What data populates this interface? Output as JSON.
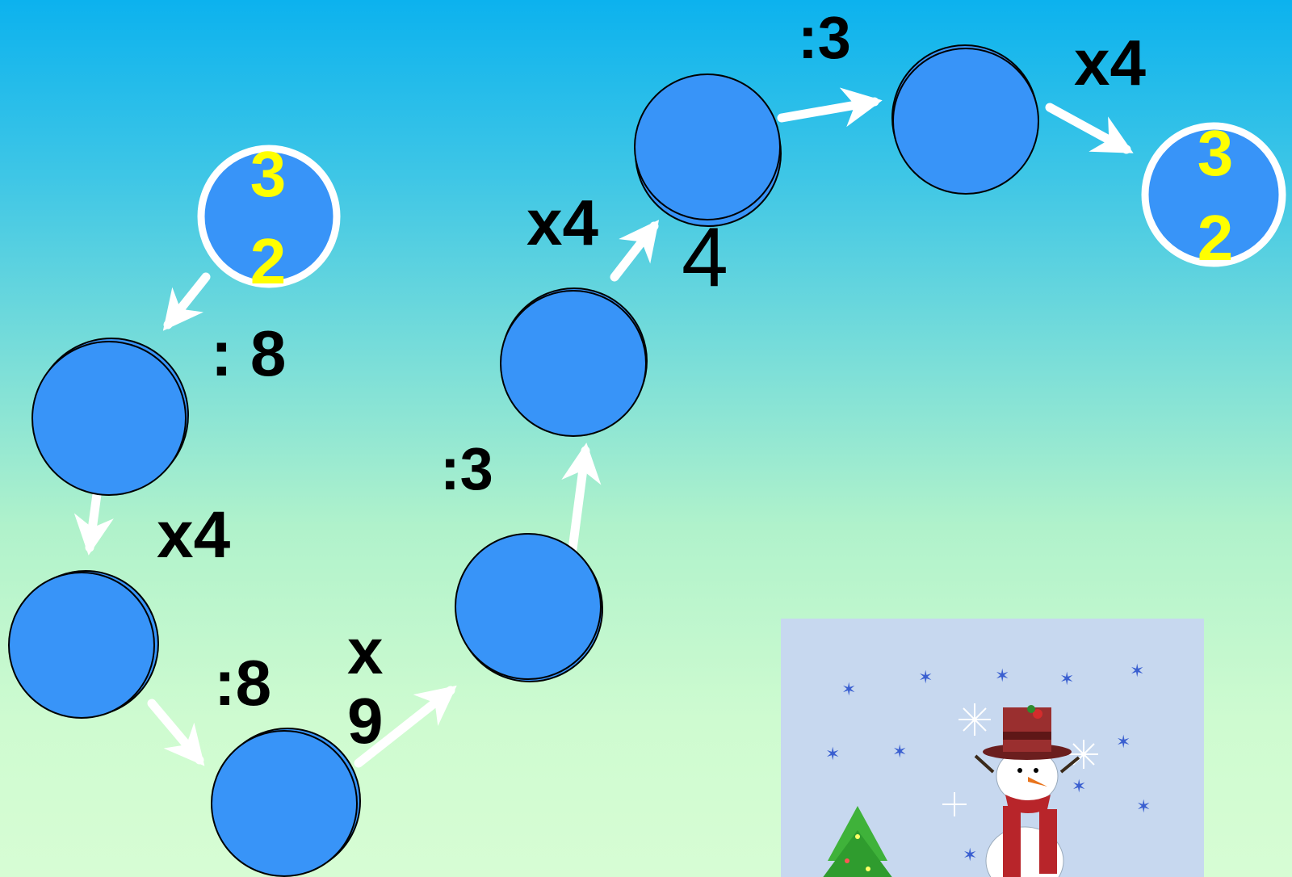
{
  "start_node": {
    "value": "32",
    "digits": [
      "3",
      "2"
    ]
  },
  "end_node": {
    "value": "32",
    "digits": [
      "3",
      "2"
    ]
  },
  "operations": {
    "op1": ": 8",
    "op2": "x4",
    "op3": ":8",
    "op4": "x\n9",
    "op5": ":3",
    "op6": "x4",
    "op7": ":3",
    "op8": "x4"
  },
  "partial_digit": "4",
  "colors": {
    "node_fill": "#3894f8",
    "node_outline": "#000000",
    "start_ring": "#ffffff",
    "arrow": "#ffffff",
    "number_text": "#ffff00",
    "label_text": "#000000",
    "card_background": "#c7d8ef"
  },
  "illustration": {
    "subject": "snowman-with-christmas-tree"
  }
}
